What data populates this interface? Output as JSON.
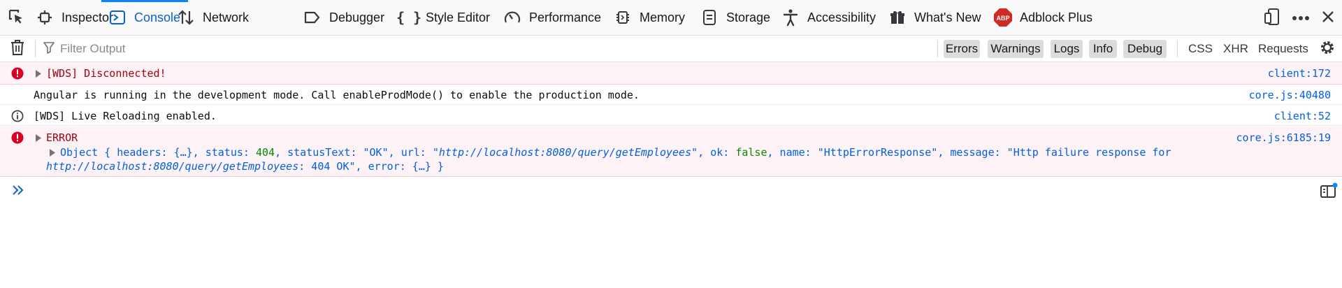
{
  "tabs": [
    {
      "id": "inspector",
      "label": "Inspector",
      "icon": "inspector-icon"
    },
    {
      "id": "console",
      "label": "Console",
      "icon": "console-icon",
      "selected": true
    },
    {
      "id": "network",
      "label": "Network",
      "icon": "network-arrows-icon"
    },
    {
      "id": "debugger",
      "label": "Debugger",
      "icon": "debugger-tag-icon"
    },
    {
      "id": "style-editor",
      "label": "Style Editor",
      "icon": "braces-icon"
    },
    {
      "id": "performance",
      "label": "Performance",
      "icon": "gauge-icon"
    },
    {
      "id": "memory",
      "label": "Memory",
      "icon": "chip-icon"
    },
    {
      "id": "storage",
      "label": "Storage",
      "icon": "database-icon"
    },
    {
      "id": "accessibility",
      "label": "Accessibility",
      "icon": "accessibility-person-icon"
    },
    {
      "id": "whats-new",
      "label": "What's New",
      "icon": "gift-icon"
    },
    {
      "id": "adblock-plus",
      "label": "Adblock Plus",
      "icon": "abp-logo-icon",
      "badge": "ABP"
    }
  ],
  "toolbar": {
    "filter_placeholder": "Filter Output",
    "levels": [
      "Errors",
      "Warnings",
      "Logs",
      "Info",
      "Debug"
    ],
    "net_filters": [
      "CSS",
      "XHR",
      "Requests"
    ]
  },
  "messages": [
    {
      "level": "error",
      "text": "[WDS] Disconnected!",
      "source": "client:172"
    },
    {
      "level": "log",
      "text": "Angular is running in the development mode. Call enableProdMode() to enable the production mode.",
      "source": "core.js:40480"
    },
    {
      "level": "info",
      "text": "[WDS] Live Reloading enabled.",
      "source": "client:52"
    },
    {
      "level": "error",
      "text": "ERROR",
      "source": "core.js:6185:19",
      "object": {
        "label": "Object",
        "headers": "{…}",
        "status": "404",
        "statusText": "\"OK\"",
        "url": "\"http://localhost:8080/query/getEmployees\"",
        "ok": "false",
        "name": "\"HttpErrorResponse\"",
        "message_part1": "\"Http failure response for",
        "message_part2": "http://localhost:8080/query/getEmployees",
        "message_part3": ": 404 OK\"",
        "error": "{…}"
      }
    }
  ],
  "colors": {
    "accent": "#0a84ff",
    "error_bg": "#fdf2f5",
    "error_text": "#a4000f",
    "link": "#0060df",
    "number": "#058b00"
  }
}
